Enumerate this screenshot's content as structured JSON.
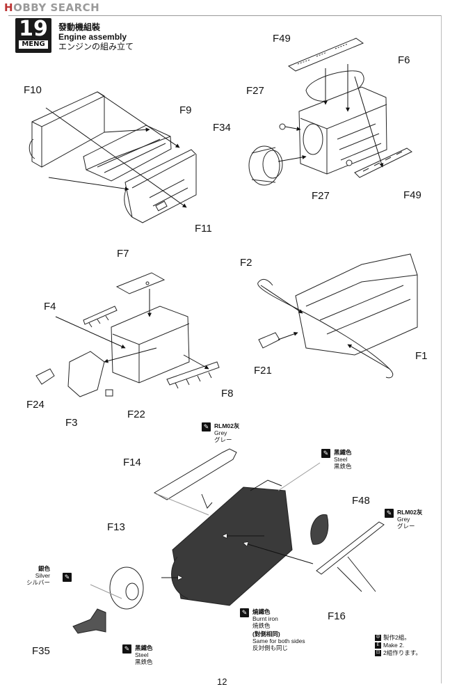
{
  "watermark": {
    "hobby": "H",
    "obby": "OBBY",
    "search": "SEARCH"
  },
  "step": {
    "number": "19",
    "brand": "MENG",
    "title_zh": "發動機組裝",
    "title_en": "Engine assembly",
    "title_jp": "エンジンの組み立て"
  },
  "parts": {
    "f10": "F10",
    "f9": "F9",
    "f11": "F11",
    "f49a": "F49",
    "f6": "F6",
    "f27a": "F27",
    "f34": "F34",
    "f27b": "F27",
    "f49b": "F49",
    "f7": "F7",
    "f4": "F4",
    "f24": "F24",
    "f3": "F3",
    "f22": "F22",
    "f8": "F8",
    "f2": "F2",
    "f21": "F21",
    "f1": "F1",
    "f14": "F14",
    "f48": "F48",
    "f13": "F13",
    "f16": "F16",
    "f35": "F35"
  },
  "paints": {
    "rlm02_top": {
      "zh": "RLM02灰",
      "en": "Grey",
      "jp": "グレー"
    },
    "steel_top": {
      "zh": "黑鐵色",
      "en": "Steel",
      "jp": "黒鉄色"
    },
    "rlm02_right": {
      "zh": "RLM02灰",
      "en": "Grey",
      "jp": "グレー"
    },
    "silver": {
      "zh": "銀色",
      "en": "Silver",
      "jp": "シルバー"
    },
    "burnt": {
      "zh": "燒鐵色",
      "en": "Burnt iron",
      "jp": "焼鉄色",
      "note_zh": "(對側相同)",
      "note_en": "Same for both sides",
      "note_jp": "反対側も同じ"
    },
    "steel_bottom": {
      "zh": "黑鐵色",
      "en": "Steel",
      "jp": "黒鉄色"
    }
  },
  "make": {
    "zh": "製作2組。",
    "en": "Make 2.",
    "jp": "2組作ります。"
  },
  "page_number": "12"
}
